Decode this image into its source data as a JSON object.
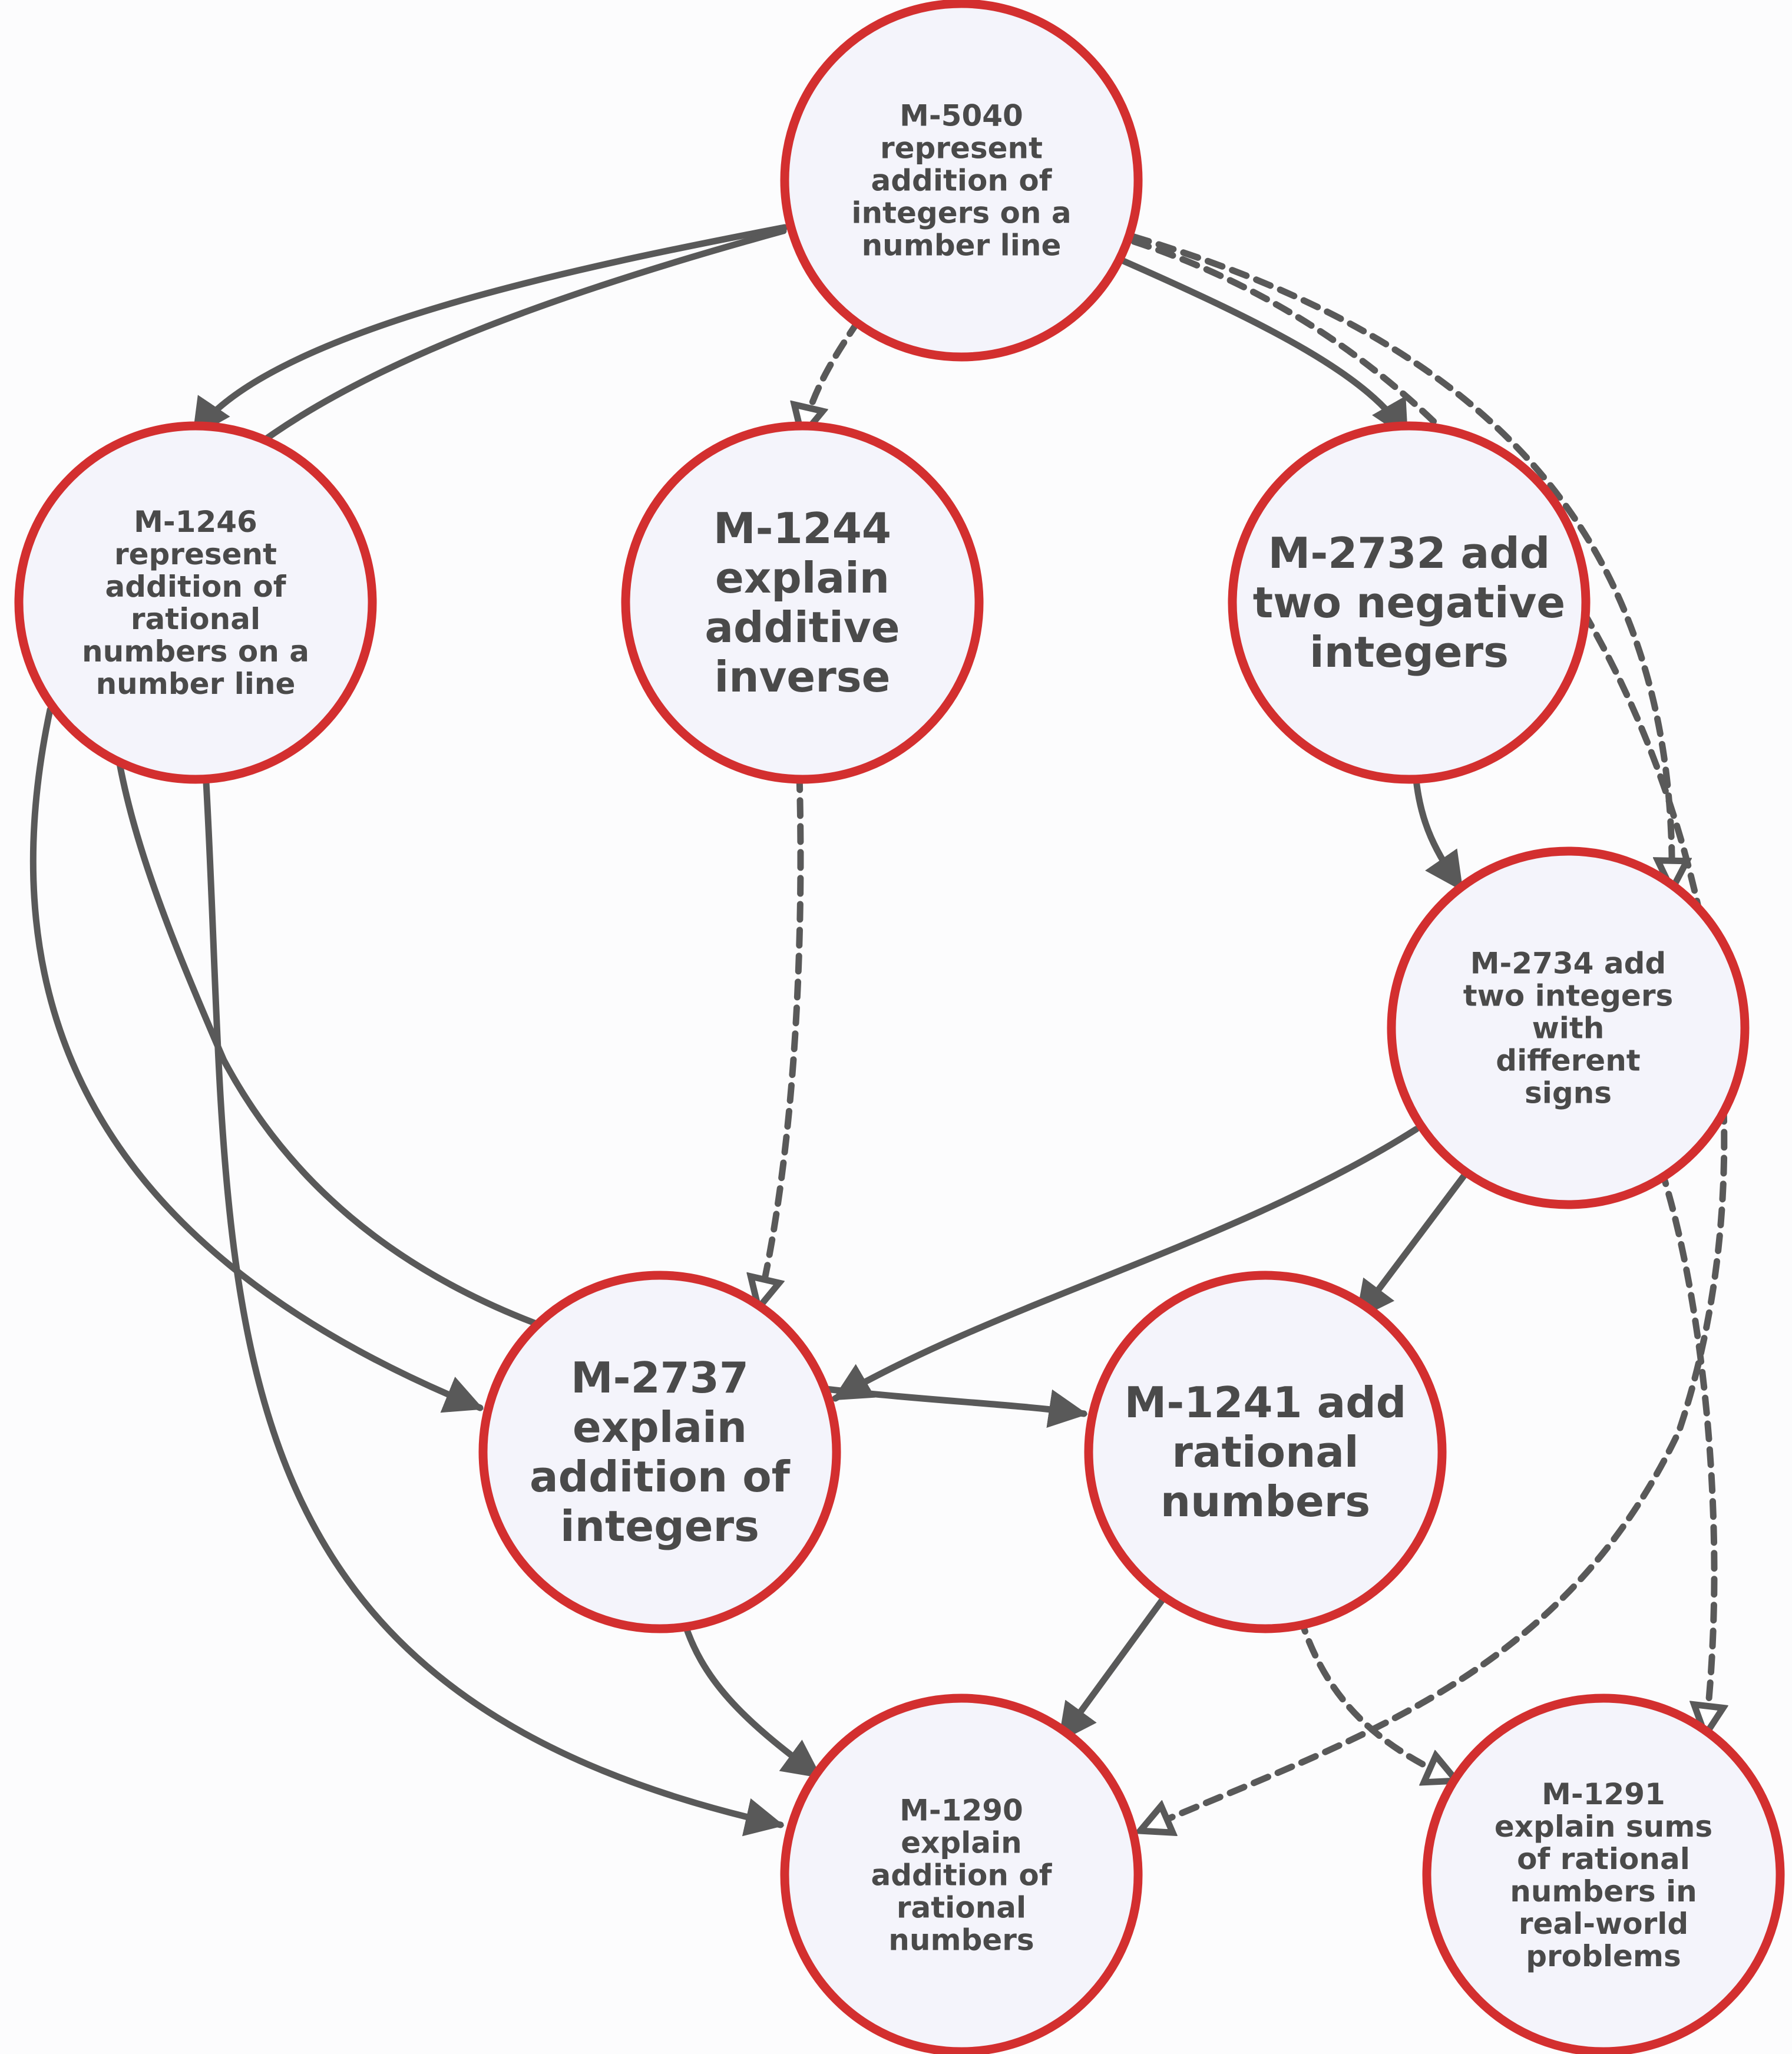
{
  "colors": {
    "background": "#fcfcfd",
    "node_fill": "#f4f4fb",
    "node_border": "#d32f2f",
    "edge": "#595959",
    "text": "#4a4a4a"
  },
  "nodes": {
    "m5040": {
      "lines": [
        "M-5040",
        "represent",
        "addition of",
        "integers on a",
        "number line"
      ]
    },
    "m1246": {
      "lines": [
        "M-1246",
        "represent",
        "addition of",
        "rational",
        "numbers on a",
        "number line"
      ]
    },
    "m1244": {
      "lines": [
        "M-1244",
        "explain",
        "additive",
        "inverse"
      ]
    },
    "m2732": {
      "lines": [
        "M-2732 add",
        "two negative",
        "integers"
      ]
    },
    "m2734": {
      "lines": [
        "M-2734 add",
        "two integers",
        "with",
        "different",
        "signs"
      ]
    },
    "m2737": {
      "lines": [
        "M-2737",
        "explain",
        "addition of",
        "integers"
      ]
    },
    "m1241": {
      "lines": [
        "M-1241 add",
        "rational",
        "numbers"
      ]
    },
    "m1290": {
      "lines": [
        "M-1290",
        "explain",
        "addition of",
        "rational",
        "numbers"
      ]
    },
    "m1291": {
      "lines": [
        "M-1291",
        "explain sums",
        "of rational",
        "numbers in",
        "real-world",
        "problems"
      ]
    }
  },
  "edges": [
    {
      "from": "m5040",
      "to": "m1246",
      "style": "solid"
    },
    {
      "from": "m5040",
      "to": "m1244",
      "style": "dashed"
    },
    {
      "from": "m5040",
      "to": "m2732",
      "style": "solid"
    },
    {
      "from": "m5040",
      "to": "m2734",
      "style": "dashed"
    },
    {
      "from": "m5040",
      "to": "m1290",
      "style": "dashed"
    },
    {
      "from": "m5040",
      "to": "m1241",
      "style": "solid"
    },
    {
      "from": "m1246",
      "to": "m2737",
      "style": "solid"
    },
    {
      "from": "m1246",
      "to": "m1290",
      "style": "solid"
    },
    {
      "from": "m1244",
      "to": "m2737",
      "style": "dashed"
    },
    {
      "from": "m2732",
      "to": "m2734",
      "style": "solid"
    },
    {
      "from": "m2734",
      "to": "m2737",
      "style": "solid"
    },
    {
      "from": "m2734",
      "to": "m1241",
      "style": "solid"
    },
    {
      "from": "m2734",
      "to": "m1291",
      "style": "dashed"
    },
    {
      "from": "m2737",
      "to": "m1290",
      "style": "solid"
    },
    {
      "from": "m1241",
      "to": "m1290",
      "style": "solid"
    },
    {
      "from": "m1241",
      "to": "m1291",
      "style": "dashed"
    }
  ]
}
